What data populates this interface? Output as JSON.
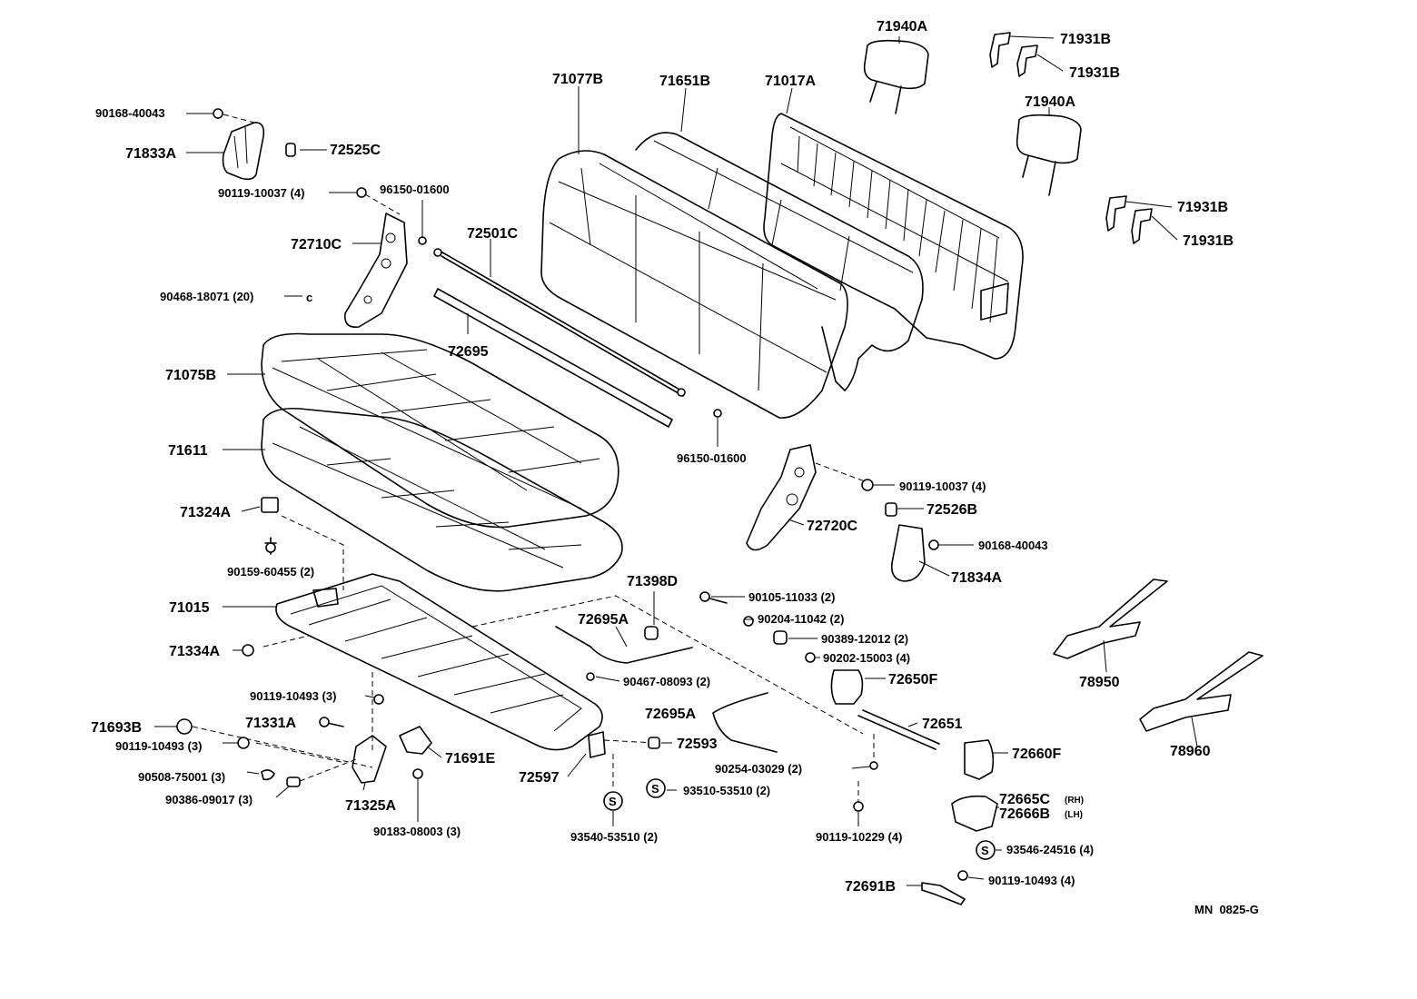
{
  "diagram": {
    "code": "MN  0825-G",
    "labels": {
      "l71940A_1": "71940A",
      "l71931B_1": "71931B",
      "l71931B_2": "71931B",
      "l71940A_2": "71940A",
      "l71931B_3": "71931B",
      "l71931B_4": "71931B",
      "l71077B": "71077B",
      "l71651B": "71651B",
      "l71017A": "71017A",
      "l90168_top": "90168-40043",
      "l71833A": "71833A",
      "l72525C": "72525C",
      "l90119_10037_top": "90119-10037 (4)",
      "l96150_top": "96150-01600",
      "l72710C": "72710C",
      "l72501C": "72501C",
      "l90468": "90468-18071 (20)",
      "l72695": "72695",
      "l71075B": "71075B",
      "l71611": "71611",
      "l96150_mid": "96150-01600",
      "l90119_10037_right": "90119-10037 (4)",
      "l72526B": "72526B",
      "l72720C": "72720C",
      "l90168_right": "90168-40043",
      "l71834A": "71834A",
      "l71324A": "71324A",
      "l90159": "90159-60455 (2)",
      "l71015": "71015",
      "l71334A": "71334A",
      "l71398D": "71398D",
      "l72695A_1": "72695A",
      "l90105": "90105-11033 (2)",
      "l90204": "90204-11042 (2)",
      "l90389": "90389-12012 (2)",
      "l90202": "90202-15003 (4)",
      "l90467": "90467-08093 (2)",
      "l72650F": "72650F",
      "l72695A_2": "72695A",
      "l72651": "72651",
      "l72660F": "72660F",
      "l90119_10493_a": "90119-10493 (3)",
      "l71331A": "71331A",
      "l71693B": "71693B",
      "l90119_10493_b": "90119-10493 (3)",
      "l71691E": "71691E",
      "l72593": "72593",
      "l90508": "90508-75001 (3)",
      "l90386": "90386-09017 (3)",
      "l71325A": "71325A",
      "l72597": "72597",
      "l93510": "93510-53510 (2)",
      "l90254": "90254-03029 (2)",
      "l72665C": "72665C",
      "l72665C_side": "(RH)",
      "l72666B": "72666B",
      "l72666B_side": "(LH)",
      "l90183": "90183-08003 (3)",
      "l93540": "93540-53510 (2)",
      "l90119_10229": "90119-10229 (4)",
      "l93546": "93546-24516 (4)",
      "l72691B": "72691B",
      "l90119_10493_c": "90119-10493 (4)",
      "l78950": "78950",
      "l78960": "78960"
    },
    "snap_ring_symbol": "S"
  }
}
